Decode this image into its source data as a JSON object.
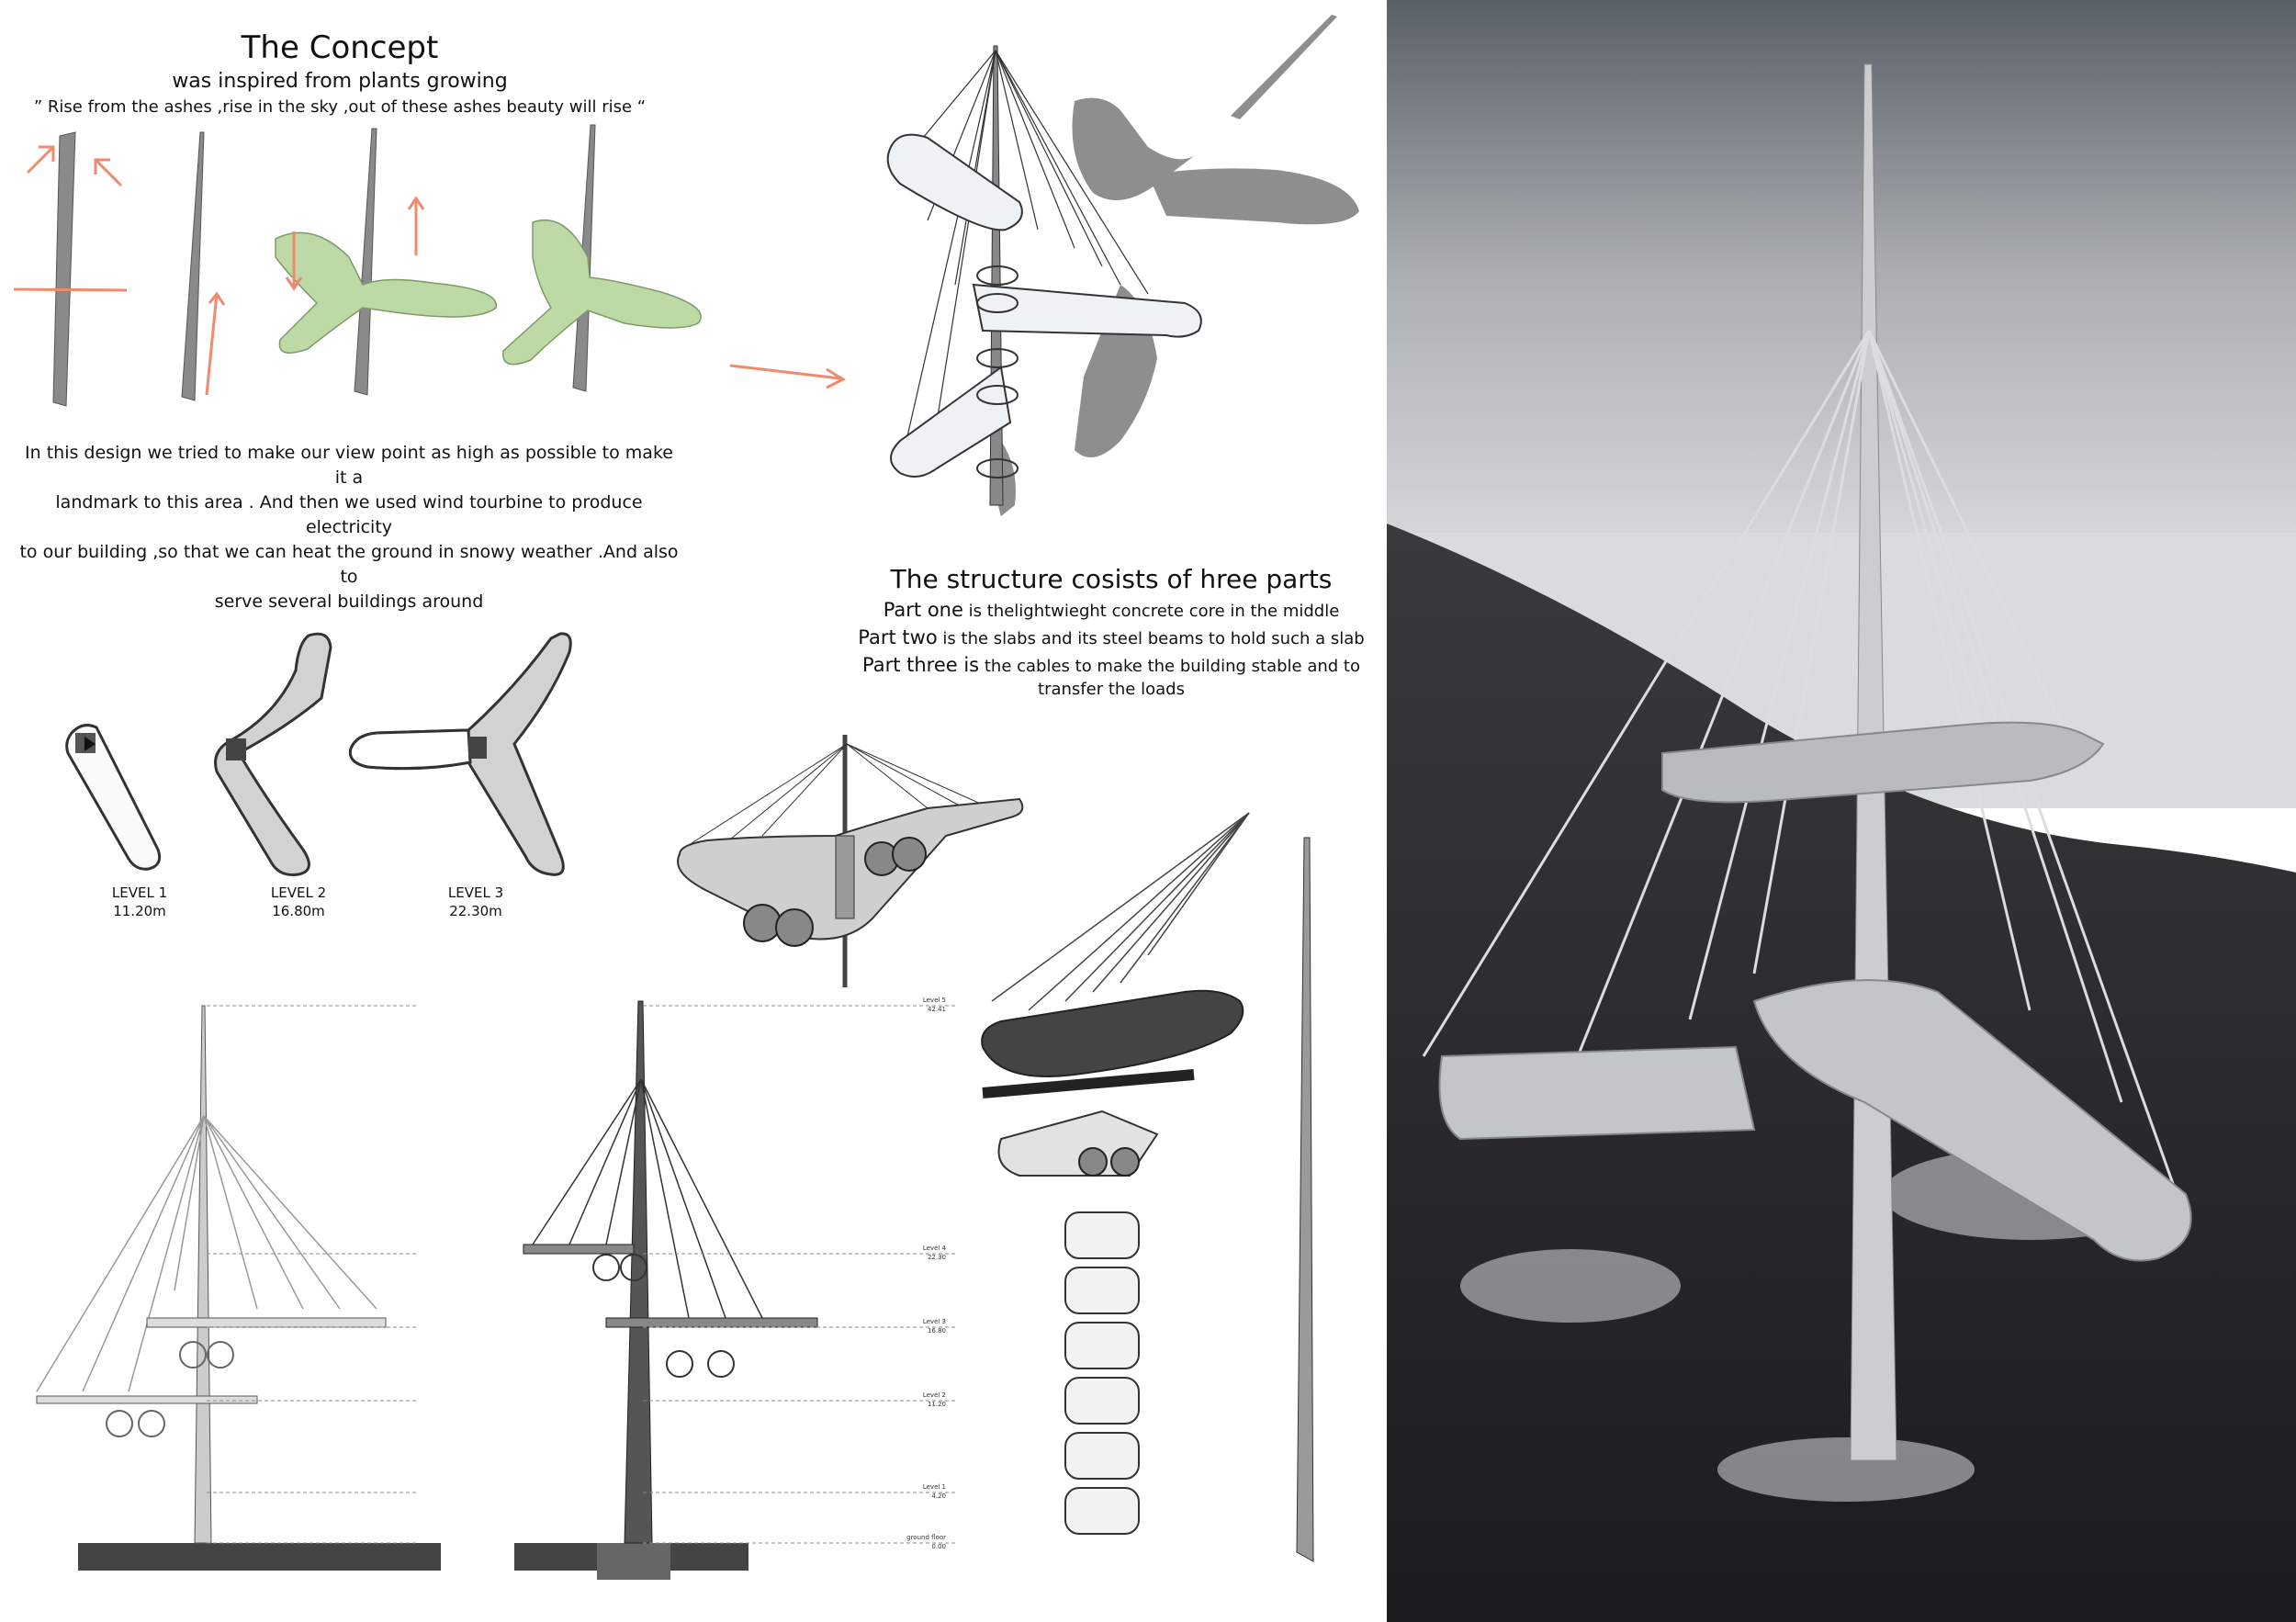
{
  "concept": {
    "title": "The Concept",
    "subtitle": "was inspired from plants growing",
    "quote": "” Rise from the ashes ,rise in the sky ,out of these ashes beauty will rise “",
    "body_lines": [
      "In this design we tried to make our view point as high as possible to make it a",
      "landmark to this area . And then we used wind tourbine to produce electricity",
      "to our building ,so that we can heat the ground in snowy weather .And also to",
      "serve several buildings around"
    ]
  },
  "structure": {
    "title": "The structure cosists of hree parts",
    "parts": [
      {
        "lead": "Part one",
        "text": " is thelightwieght concrete core in the middle"
      },
      {
        "lead": "Part two",
        "text": " is the slabs and its steel beams to hold such a slab"
      },
      {
        "lead": "Part three is",
        "text": " the cables to make the building stable and to"
      },
      {
        "lead": "",
        "text": "transfer the loads"
      }
    ]
  },
  "levels": [
    {
      "name": "LEVEL   1",
      "height": "11.20m"
    },
    {
      "name": "LEVEL   2",
      "height": "16.80m"
    },
    {
      "name": "LEVEL   3",
      "height": "22.30m"
    }
  ],
  "elevation_tags": [
    {
      "name": "Level 5",
      "value": "42.41"
    },
    {
      "name": "Level 4",
      "value": "22.30"
    },
    {
      "name": "Level 3",
      "value": "16.80"
    },
    {
      "name": "Level 2",
      "value": "11.20"
    },
    {
      "name": "Level 1",
      "value": "4.20"
    },
    {
      "name": "ground floor",
      "value": "0.00"
    }
  ],
  "colors": {
    "arrow": "#f08a6e",
    "leaf_green": "#bcd9a6",
    "core_gray": "#8a8a8a",
    "dark_slab": "#4a4a4a"
  }
}
